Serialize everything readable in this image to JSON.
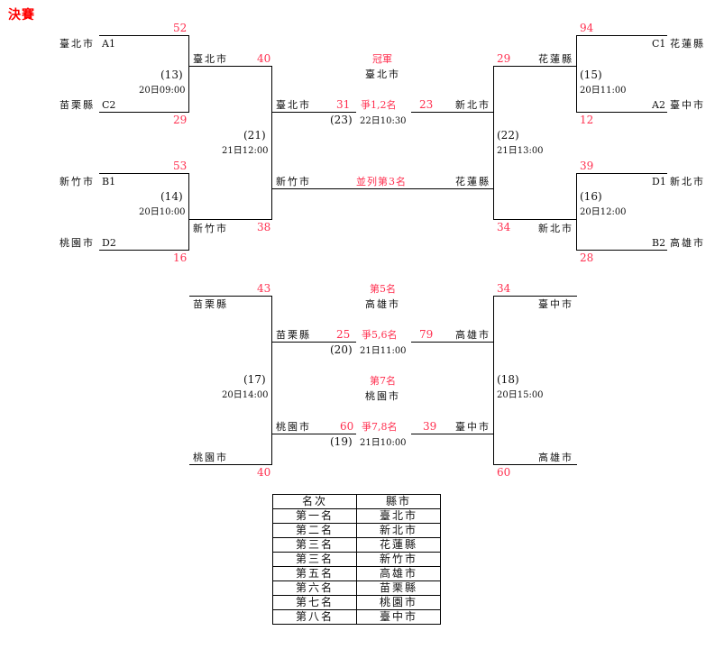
{
  "title": "決賽",
  "colors": {
    "accent": "#ff3050",
    "title": "#ff0000",
    "line": "#000000"
  },
  "upper_bracket": {
    "m13": {
      "no": "(13)",
      "time": "20日09:00",
      "team1": "臺北市",
      "seed1": "A1",
      "score1": "52",
      "team2": "苗栗縣",
      "seed2": "C2",
      "score2": "29",
      "winner": "臺北市"
    },
    "m14": {
      "no": "(14)",
      "time": "20日10:00",
      "team1": "新竹市",
      "seed1": "B1",
      "score1": "53",
      "team2": "桃園市",
      "seed2": "D2",
      "score2": "16",
      "winner": "新竹市"
    },
    "m15": {
      "no": "(15)",
      "time": "20日11:00",
      "team1": "花蓮縣",
      "seed1": "C1",
      "score1": "94",
      "team2": "臺中市",
      "seed2": "A2",
      "score2": "12",
      "winner": "花蓮縣"
    },
    "m16": {
      "no": "(16)",
      "time": "20日12:00",
      "team1": "新北市",
      "seed1": "D1",
      "score1": "39",
      "team2": "高雄市",
      "seed2": "B2",
      "score2": "28",
      "winner": "新北市"
    },
    "m21": {
      "no": "(21)",
      "time": "21日12:00",
      "score1": "40",
      "score2": "38",
      "winner": "臺北市",
      "loser": "新竹市"
    },
    "m22": {
      "no": "(22)",
      "time": "21日13:00",
      "score1": "29",
      "score2": "34",
      "winner": "新北市",
      "loser": "花蓮縣"
    },
    "m23": {
      "no": "(23)",
      "time": "22日10:30",
      "label": "爭1,2名",
      "score1": "31",
      "score2": "23",
      "champion_label": "冠軍",
      "champion": "臺北市"
    },
    "third": {
      "label": "並列第3名"
    }
  },
  "lower_bracket": {
    "m17": {
      "no": "(17)",
      "time": "20日14:00",
      "team1": "苗栗縣",
      "score1": "43",
      "team2": "桃園市",
      "score2": "40"
    },
    "m18": {
      "no": "(18)",
      "time": "20日15:00",
      "team1": "臺中市",
      "score1": "34",
      "team2": "高雄市",
      "score2": "60"
    },
    "m20": {
      "no": "(20)",
      "time": "21日11:00",
      "label": "爭5,6名",
      "team1": "苗栗縣",
      "score1": "25",
      "team2": "高雄市",
      "score2": "79",
      "result_label": "第5名",
      "result": "高雄市"
    },
    "m19": {
      "no": "(19)",
      "time": "21日10:00",
      "label": "爭7,8名",
      "team1": "桃園市",
      "score1": "60",
      "team2": "臺中市",
      "score2": "39",
      "result_label": "第7名",
      "result": "桃園市"
    }
  },
  "ranking": {
    "headers": [
      "名次",
      "縣市"
    ],
    "rows": [
      [
        "第一名",
        "臺北市"
      ],
      [
        "第二名",
        "新北市"
      ],
      [
        "第三名",
        "花蓮縣"
      ],
      [
        "第三名",
        "新竹市"
      ],
      [
        "第五名",
        "高雄市"
      ],
      [
        "第六名",
        "苗栗縣"
      ],
      [
        "第七名",
        "桃園市"
      ],
      [
        "第八名",
        "臺中市"
      ]
    ]
  }
}
